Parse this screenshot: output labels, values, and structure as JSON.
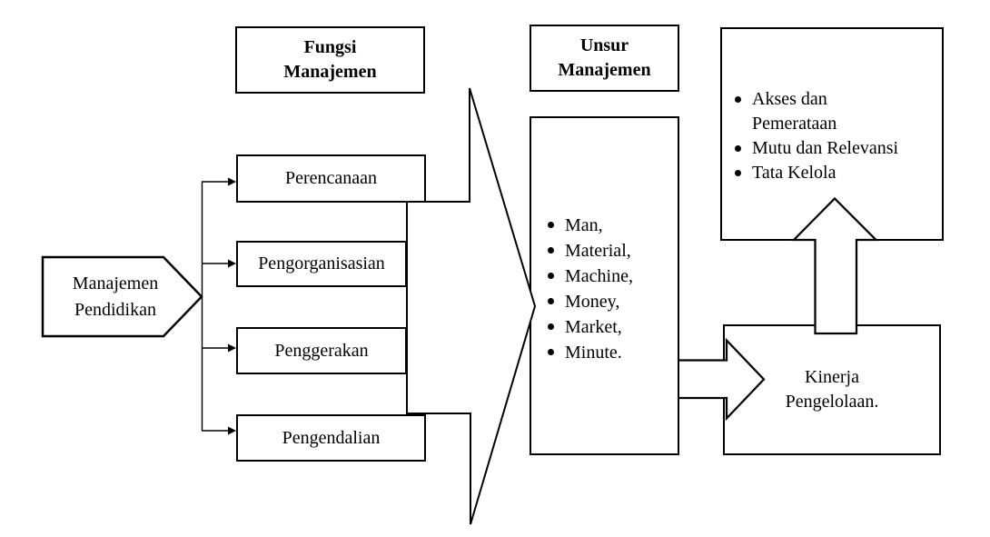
{
  "diagram": {
    "colors": {
      "stroke": "#000000",
      "background": "#ffffff",
      "shape_fill": "#ffffff"
    },
    "source_node": {
      "line1": "Manajemen",
      "line2": "Pendidikan"
    },
    "fungsi": {
      "header_line1": "Fungsi",
      "header_line2": "Manajemen",
      "functions": [
        "Perencanaan",
        "Pengorganisasian",
        "Penggerakan",
        "Pengendalian"
      ]
    },
    "unsur": {
      "header_line1": "Unsur",
      "header_line2": "Manajemen",
      "items": [
        "Man,",
        "Material,",
        "Machine,",
        "Money,",
        "Market,",
        "Minute."
      ]
    },
    "outcomes": {
      "items": [
        {
          "line1": "Akses dan",
          "line2": "Pemerataan"
        },
        {
          "line1": "Mutu dan Relevansi",
          "line2": ""
        },
        {
          "line1": "Tata Kelola",
          "line2": ""
        }
      ]
    },
    "kinerja": {
      "line1": "Kinerja",
      "line2": "Pengelolaan."
    }
  }
}
